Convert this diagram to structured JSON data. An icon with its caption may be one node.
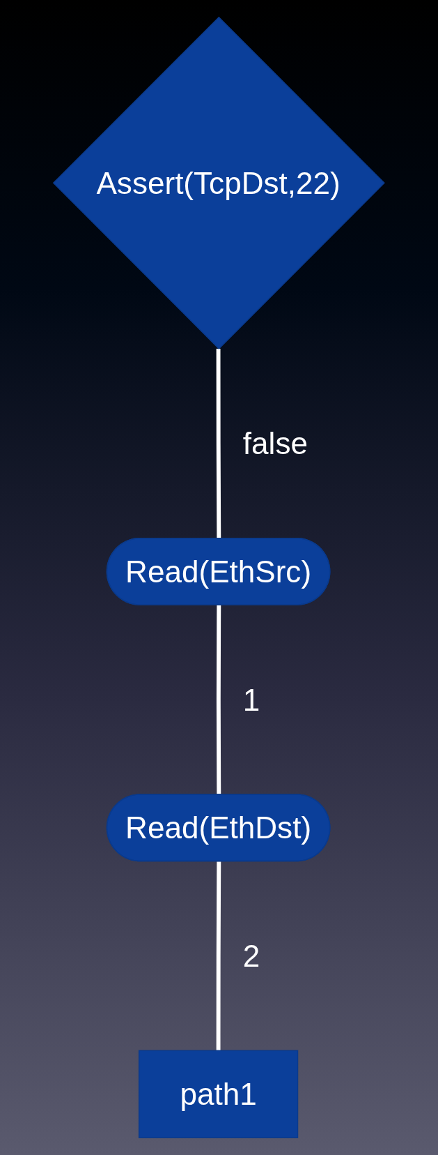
{
  "diagram": {
    "nodes": [
      {
        "text": [
          "Assert(TcpDst,22)"
        ]
      },
      {
        "text": [
          "Read(EthSrc)"
        ]
      },
      {
        "text": [
          "Read(EthDst)"
        ]
      },
      {
        "text": [
          "path1"
        ]
      }
    ],
    "edges": [
      {
        "from": 0,
        "to": 1,
        "arrow": "none",
        "label": "false"
      },
      {
        "from": 1,
        "to": 2,
        "arrow": "none",
        "label": "1"
      },
      {
        "from": 2,
        "to": 3,
        "arrow": "none",
        "label": "2"
      }
    ]
  }
}
